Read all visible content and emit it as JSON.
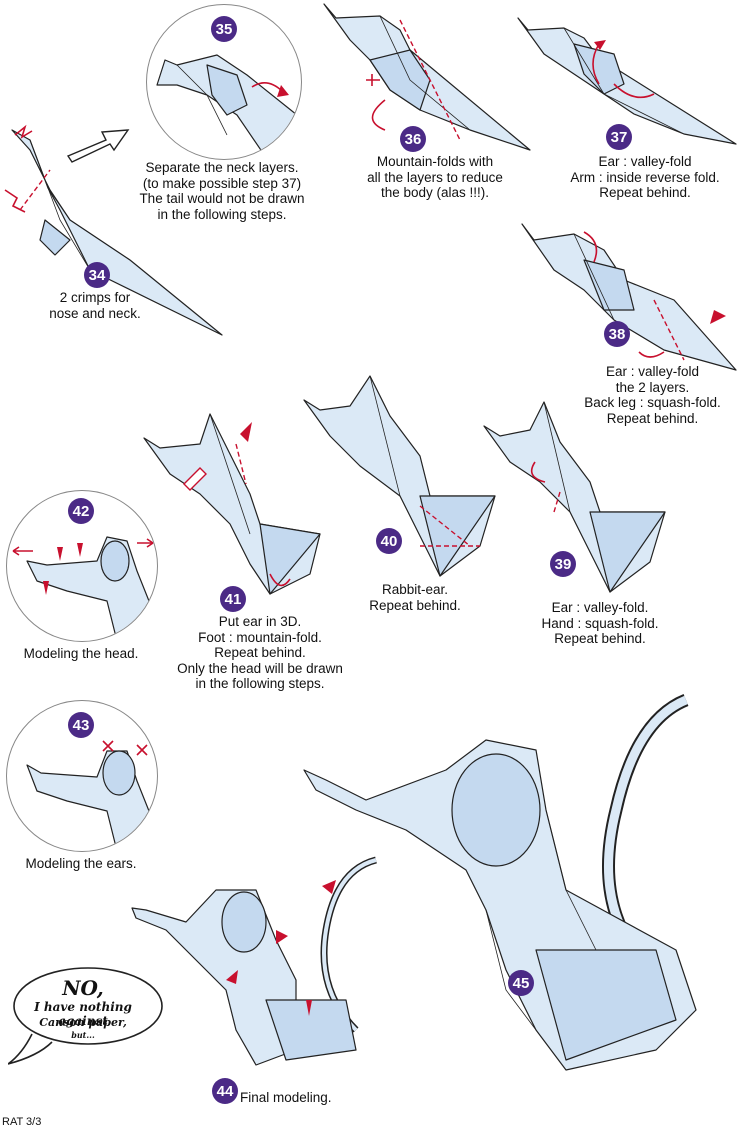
{
  "steps": [
    {
      "num": "34",
      "caption": [
        "2 crimps for",
        "nose and neck."
      ]
    },
    {
      "num": "35",
      "caption": [
        "Separate the neck layers.",
        "(to make possible step 37)",
        "The tail would not be drawn",
        "in the following steps."
      ]
    },
    {
      "num": "36",
      "caption": [
        "Mountain-folds with",
        "all the layers to reduce",
        "the body (alas !!!)."
      ]
    },
    {
      "num": "37",
      "caption": [
        "Ear : valley-fold",
        "Arm : inside reverse fold.",
        "Repeat behind."
      ]
    },
    {
      "num": "38",
      "caption": [
        "Ear : valley-fold",
        "the 2 layers.",
        "Back leg : squash-fold.",
        "Repeat behind."
      ]
    },
    {
      "num": "39",
      "caption": [
        "Ear : valley-fold.",
        "Hand : squash-fold.",
        "Repeat behind."
      ]
    },
    {
      "num": "40",
      "caption": [
        "Rabbit-ear.",
        "Repeat behind."
      ]
    },
    {
      "num": "41",
      "caption": [
        "Put ear in 3D.",
        "Foot : mountain-fold.",
        "Repeat behind.",
        "Only the head will be drawn",
        "in the following steps."
      ]
    },
    {
      "num": "42",
      "caption": [
        "Modeling the head."
      ]
    },
    {
      "num": "43",
      "caption": [
        "Modeling the ears."
      ]
    },
    {
      "num": "44",
      "caption": [
        "Final modeling."
      ]
    },
    {
      "num": "45",
      "caption": []
    }
  ],
  "speech": {
    "line1": "NO,",
    "line2": "I have nothing against",
    "line3": "Canson paper,",
    "line4": "but..."
  },
  "footer": "RAT 3/3",
  "colors": {
    "paper": "#dbe9f6",
    "badge": "#4b2a86",
    "fold_arrow": "#c8102e"
  }
}
